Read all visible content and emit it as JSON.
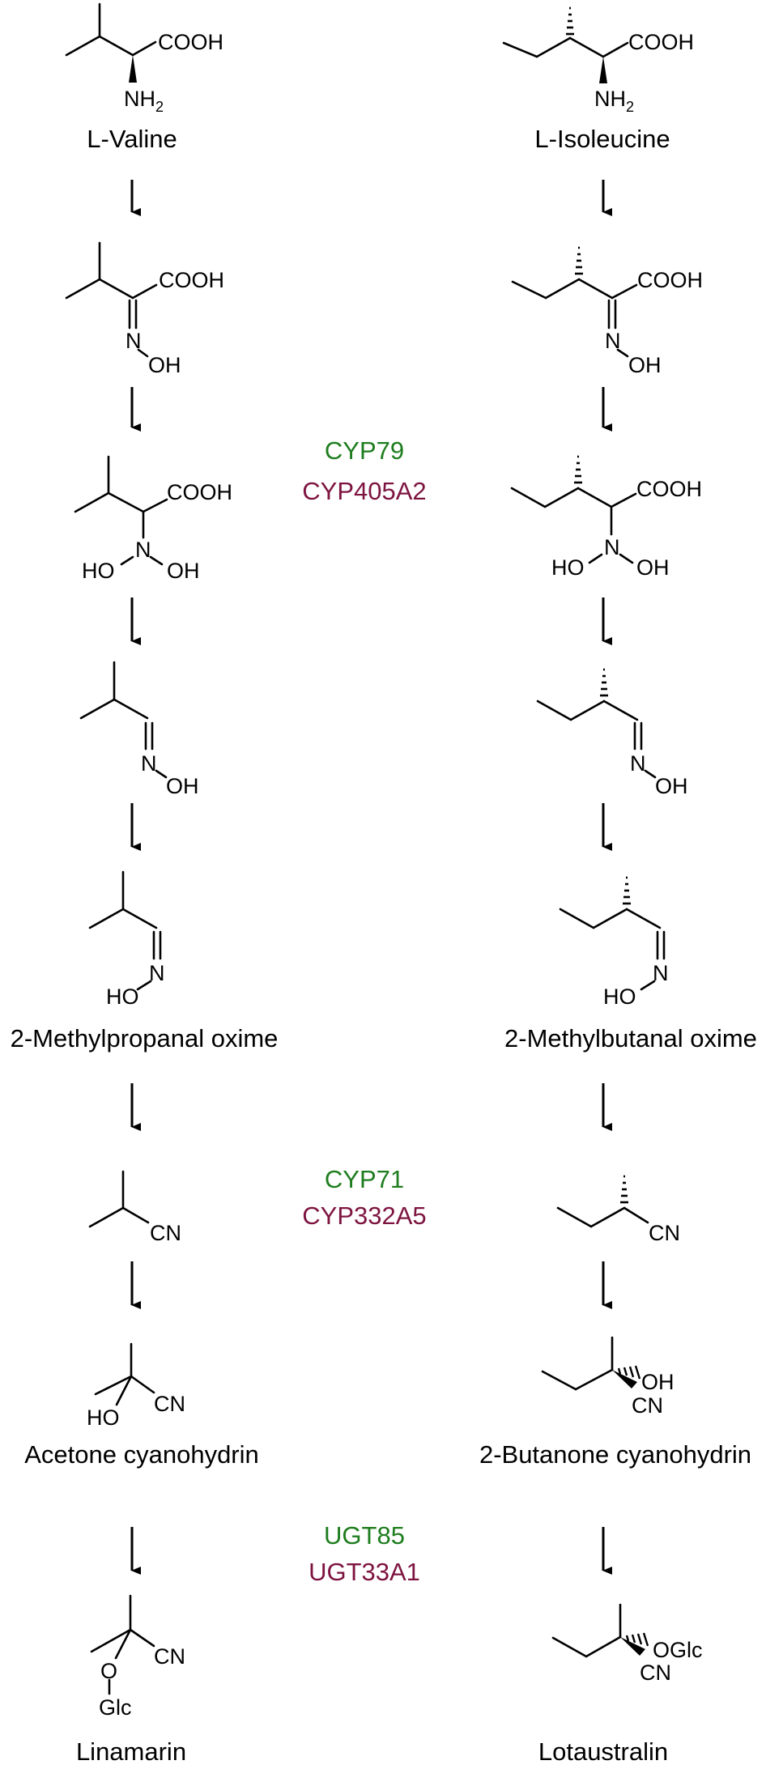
{
  "colors": {
    "plant_enzyme": "#1e7d1e",
    "insect_enzyme": "#7d1440"
  },
  "compounds": {
    "valine": "L-Valine",
    "isoleucine": "L-Isoleucine",
    "methylpropanal_oxime": "2-Methylpropanal oxime",
    "methylbutanal_oxime": "2-Methylbutanal oxime",
    "acetone_cyanohydrin": "Acetone cyanohydrin",
    "butanone_cyanohydrin": "2-Butanone cyanohydrin",
    "linamarin": "Linamarin",
    "lotaustralin": "Lotaustralin"
  },
  "enzymes": [
    {
      "plant": "CYP79",
      "insect": "CYP405A2"
    },
    {
      "plant": "CYP71",
      "insect": "CYP332A5"
    },
    {
      "plant": "UGT85",
      "insect": "UGT33A1"
    }
  ],
  "atoms": {
    "cooh": "COOH",
    "nh": "NH",
    "two": "2",
    "n": "N",
    "oh": "OH",
    "ho": "HO",
    "cn": "CN",
    "o": "O",
    "glc": "Glc",
    "oglc": "OGlc"
  }
}
